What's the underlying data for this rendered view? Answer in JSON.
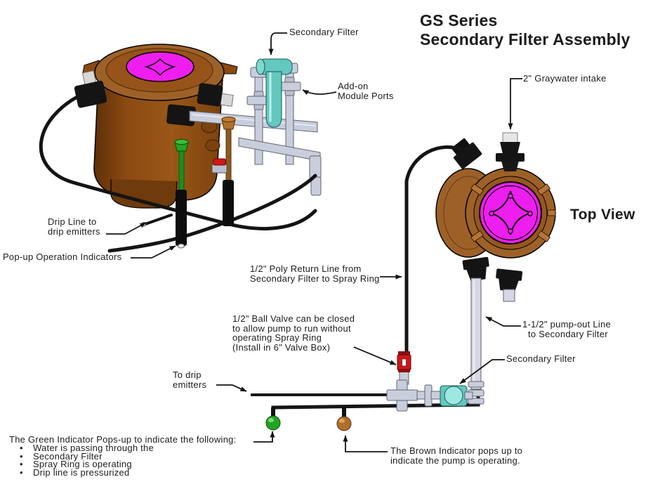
{
  "title": {
    "line1": "GS Series",
    "line2": "Secondary Filter Assembly"
  },
  "view_label": "Top View",
  "callouts": {
    "secondary_filter_top": {
      "text": "Secondary Filter"
    },
    "addon_ports": {
      "line1": "Add-on",
      "line2": "Module Ports"
    },
    "graywater_intake": {
      "text": "2\" Graywater intake"
    },
    "drip_line": {
      "line1": "Drip Line to",
      "line2": "drip emitters"
    },
    "popup_indicators": {
      "text": "Pop-up Operation Indicators"
    },
    "poly_return": {
      "line1": "1/2\" Poly Return Line from",
      "line2": "Secondary Filter to Spray Ring"
    },
    "ball_valve": {
      "line1": "1/2\" Ball Valve can be closed",
      "line2": "to allow pump to run without",
      "line3": "operating Spray Ring",
      "line4": "(Install in 6\" Valve Box)"
    },
    "pump_out": {
      "line1": "1-1/2\" pump-out Line",
      "line2": "to Secondary Filter"
    },
    "secondary_filter_bottom": {
      "text": "Secondary Filter"
    },
    "to_drip_emitters": {
      "line1": "To drip",
      "line2": "emitters"
    },
    "green_note": {
      "heading": "The Green Indicator Pops-up to indicate the following:",
      "bullet_char": "•",
      "bullets": [
        "Water is passing through the",
        "Secondary Filter",
        "Spray Ring is operating",
        "Drip line is pressurized"
      ]
    },
    "brown_note": {
      "line1": "The Brown Indicator pops up to",
      "line2": "indicate the pump is operating."
    }
  },
  "colors": {
    "tank_brown": "#9d6128",
    "tank_brown_dark": "#7c420e",
    "lid_magenta": "#ee1eee",
    "filter_teal": "#62c8c0",
    "pipe_gray": "#c9cedc",
    "indicator_green": "#23a323",
    "indicator_brown": "#b06f2d",
    "valve_red": "#d01616"
  }
}
